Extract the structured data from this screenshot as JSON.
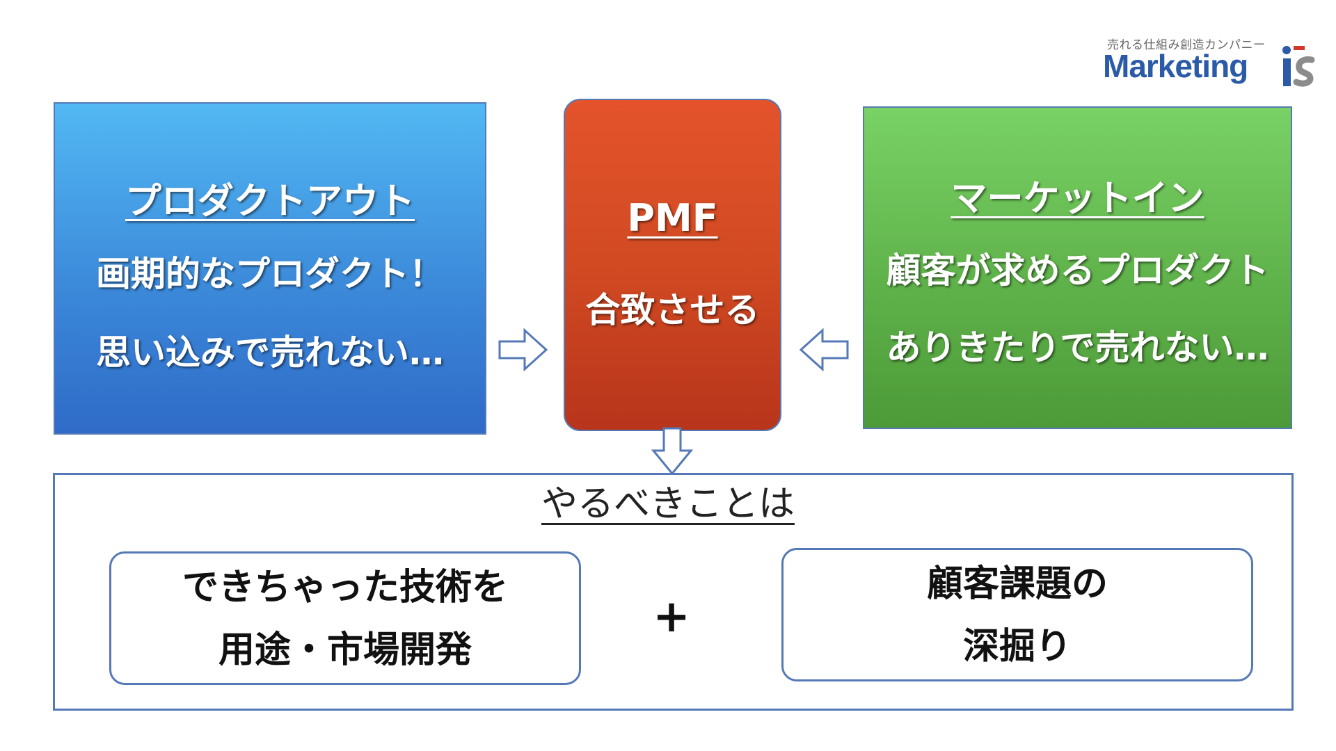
{
  "logo": {
    "tagline": "売れる仕組み創造カンパニー",
    "wordmark": "Marketing",
    "mark": "iS",
    "colors": {
      "blue": "#2a5aa8",
      "red": "#d4382a",
      "gray": "#888888"
    }
  },
  "product_out": {
    "title": "プロダクトアウト",
    "line1": "画期的なプロダクト！",
    "line2": "思い込みで売れない…"
  },
  "pmf": {
    "title": "PMF",
    "line1": "合致させる"
  },
  "market_in": {
    "title": "マーケットイン",
    "line1": "顧客が求めるプロダクト",
    "line2": "ありきたりで売れない…"
  },
  "todo": {
    "title": "やるべきことは",
    "left_line1": "できちゃった技術を",
    "left_line2": "用途・市場開発",
    "operator": "+",
    "right_line1": "顧客課題の",
    "right_line2": "深掘り"
  },
  "colors": {
    "border": "#5479b6",
    "product_out_fill": "#3a86d8",
    "pmf_fill": "#d14a22",
    "market_in_fill": "#5fb24a"
  }
}
